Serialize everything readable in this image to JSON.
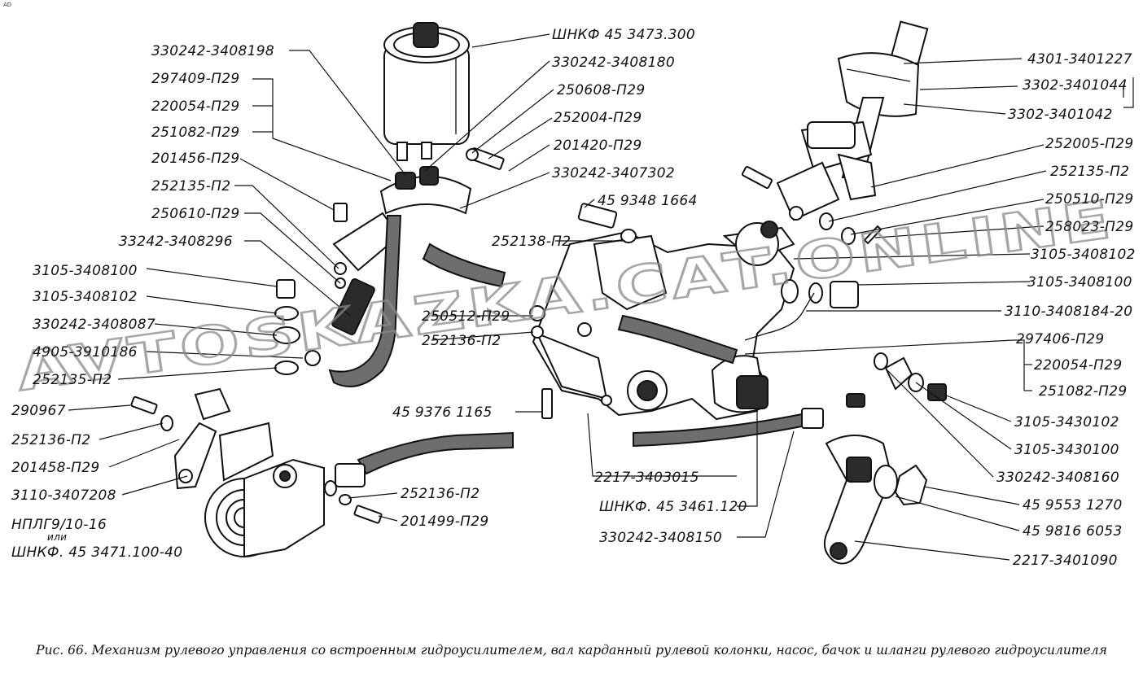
{
  "corner_mark": "AD",
  "caption": "Рис. 66. Механизм рулевого управления со встроенным гидроусилителем, вал карданный рулевой колонки, насос, бачок и шланги рулевого гидроусилителя",
  "watermark": "AVTOSKAZKA.CAT.ONLINE",
  "labels": {
    "p01": "ШНКФ 45 3473.300",
    "p02": "330242-3408198",
    "p03": "330242-3408180",
    "p04": "297409-П29",
    "p05": "250608-П29",
    "p06": "220054-П29",
    "p07": "252004-П29",
    "p08": "251082-П29",
    "p09": "201420-П29",
    "p10": "201456-П29",
    "p11": "330242-3407302",
    "p12": "252135-П2",
    "p13": "45 9348 1664",
    "p14": "250610-П29",
    "p15": "252138-П2",
    "p16": "33242-3408296",
    "p17": "3105-3408100",
    "p18": "3105-3408102",
    "p19": "250512-П29",
    "p20": "330242-3408087",
    "p21": "252136-П2",
    "p22": "4905-3910186",
    "p23": "252135-П2",
    "p24": "290967",
    "p25": "45 9376 1165",
    "p26": "252136-П2",
    "p27": "201458-П29",
    "p28": "3110-3407208",
    "p29": "252136-П2",
    "p30": "201499-П29",
    "p31": "НПЛГ9/10-16",
    "p32": "или",
    "p33": "ШНКФ. 45 3471.100-40",
    "p34": "2217-3403015",
    "p35": "ШНКФ. 45 3461.120",
    "p36": "330242-3408150",
    "p37": "4301-3401227",
    "p38": "3302-3401044",
    "p39": "3302-3401042",
    "p40": "252005-П29",
    "p41": "252135-П2",
    "p42": "250510-П29",
    "p43": "258023-П29",
    "p44": "3105-3408102",
    "p45": "3105-3408100",
    "p46": "3110-3408184-20",
    "p47": "297406-П29",
    "p48": "220054-П29",
    "p49": "251082-П29",
    "p50": "3105-3430102",
    "p51": "3105-3430100",
    "p52": "330242-3408160",
    "p53": "45 9553 1270",
    "p54": "45 9816 6053",
    "p55": "2217-3401090"
  }
}
